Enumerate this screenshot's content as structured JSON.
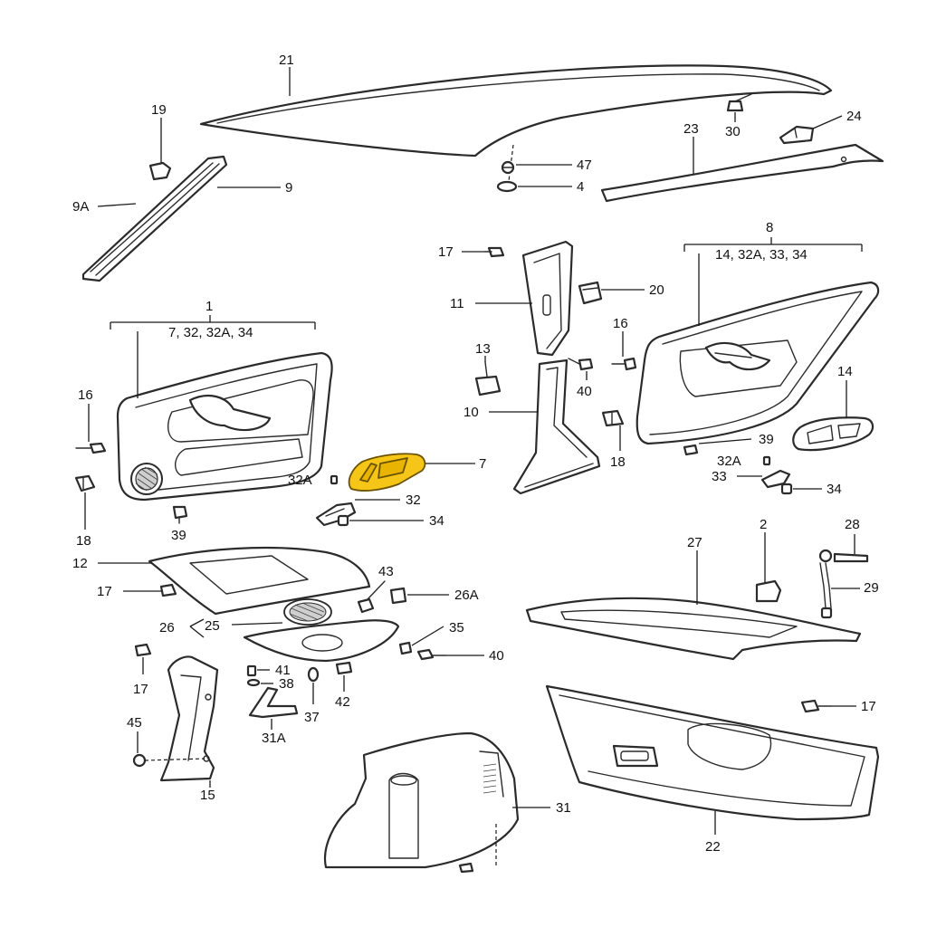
{
  "highlight_color": "#F5C518",
  "labels": {
    "l21": "21",
    "l19": "19",
    "l9": "9",
    "l9a": "9A",
    "l47": "47",
    "l4": "4",
    "l30": "30",
    "l24": "24",
    "l23": "23",
    "l17a": "17",
    "l20": "20",
    "l11": "11",
    "l8": "8",
    "l8sub": "14, 32A, 33, 34",
    "l1": "1",
    "l1sub": "7, 32, 32A, 34",
    "l13": "13",
    "l16a": "16",
    "l16b": "16",
    "l40a": "40",
    "l10": "10",
    "l14": "14",
    "l18a": "18",
    "l18b": "18",
    "l39a": "39",
    "l39b": "39",
    "l32a1": "32A",
    "l32a2": "32A",
    "l7": "7",
    "l33": "33",
    "l34a": "34",
    "l34b": "34",
    "l32": "32",
    "l12": "12",
    "l43": "43",
    "l2": "2",
    "l28": "28",
    "l27": "27",
    "l17b": "17",
    "l26a": "26A",
    "l29": "29",
    "l26": "26",
    "l25": "25",
    "l35": "35",
    "l40b": "40",
    "l17c": "17",
    "l41": "41",
    "l38": "38",
    "l42": "42",
    "l37": "37",
    "l45": "45",
    "l31a": "31A",
    "l17d": "17",
    "l15": "15",
    "l31": "31",
    "l22": "22"
  }
}
